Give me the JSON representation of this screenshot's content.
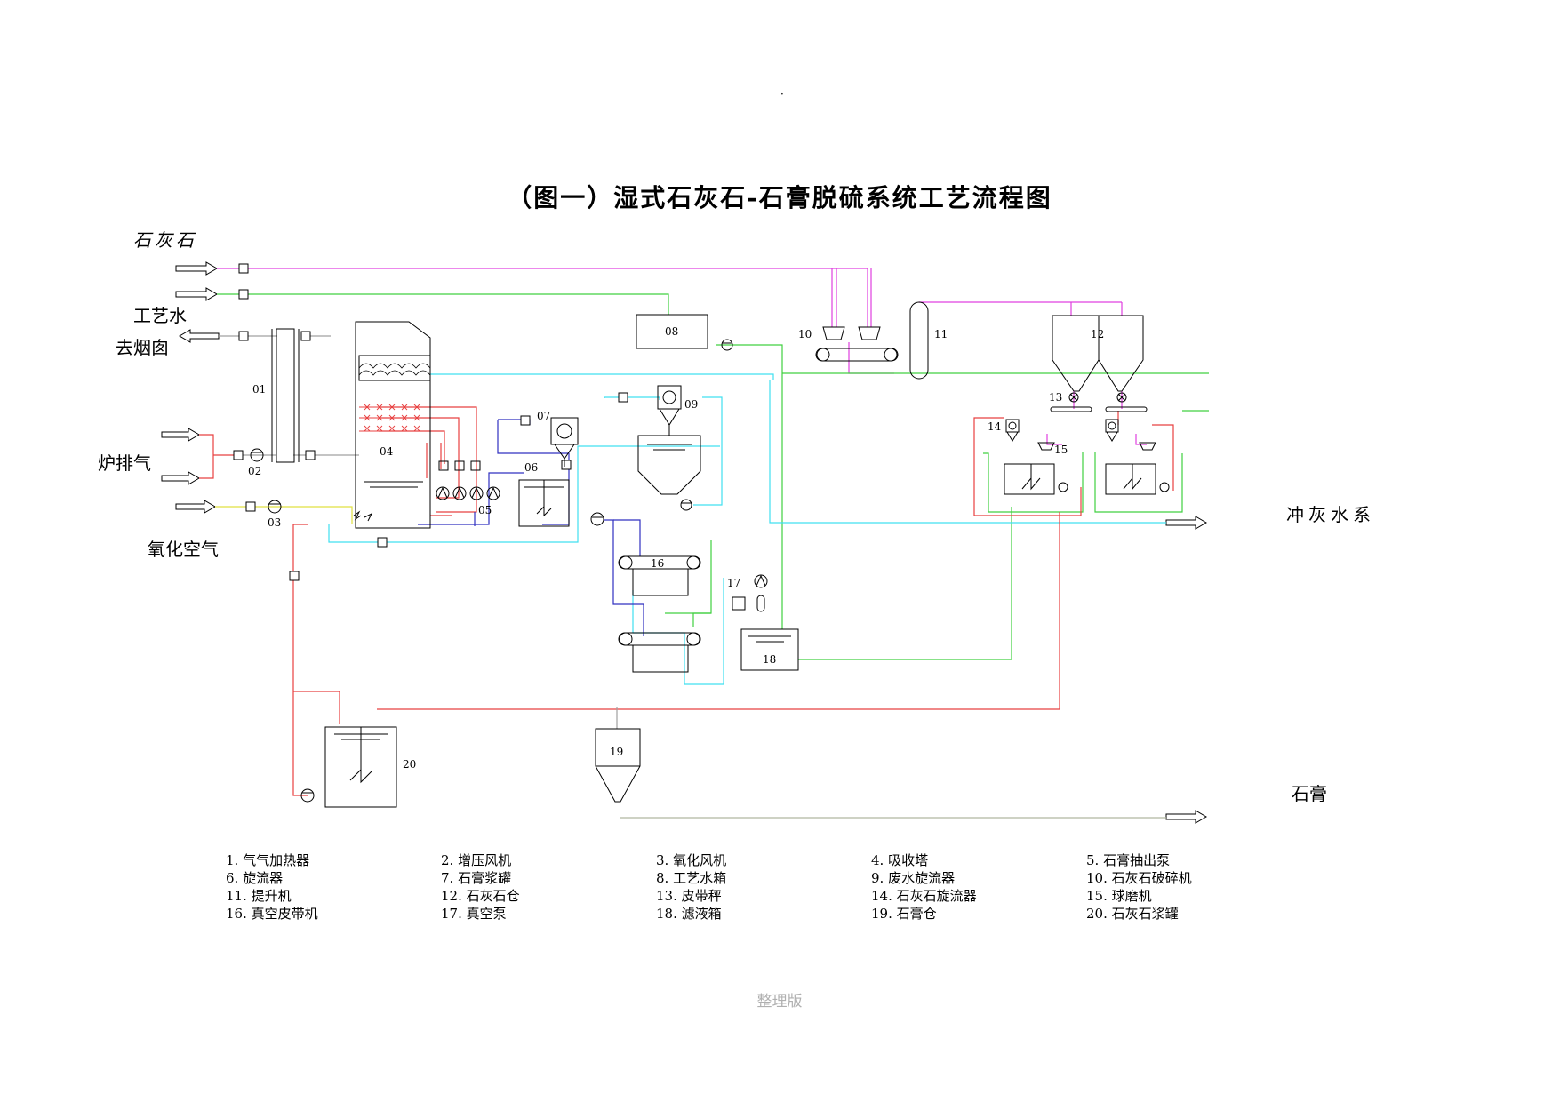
{
  "title": "（图一）湿式石灰石-石膏脱硫系统工艺流程图",
  "side_labels": {
    "limestone": "石灰石",
    "process_water": "工艺水",
    "to_chimney": "去烟囱",
    "boiler_exhaust": "炉排气",
    "oxidation_air": "氧化空气",
    "ash_flush": "冲灰水系",
    "gypsum": "石膏"
  },
  "equipment_numbers": {
    "n01": "01",
    "n02": "02",
    "n03": "03",
    "n04": "04",
    "n05": "05",
    "n06": "06",
    "n07": "07",
    "n08": "08",
    "n09": "09",
    "n10": "10",
    "n11": "11",
    "n12": "12",
    "n13": "13",
    "n14": "14",
    "n15": "15",
    "n16": "16",
    "n17": "17",
    "n18": "18",
    "n19": "19",
    "n20": "20"
  },
  "legend": [
    [
      "1.  气气加热器",
      "2.  增压风机",
      "3.  氧化风机",
      "4.  吸收塔",
      "5.  石膏抽出泵"
    ],
    [
      "6.  旋流器",
      "7.  石膏浆罐",
      "8.  工艺水箱",
      "9.  废水旋流器",
      "10.  石灰石破碎机"
    ],
    [
      "11.  提升机",
      "12.  石灰石仓",
      "13.  皮带秤",
      "14.  石灰石旋流器",
      "15.  球磨机"
    ],
    [
      "16.  真空皮带机",
      "17.  真空泵",
      "18.  滤液箱",
      "19.  石膏仓",
      "20.  石灰石浆罐"
    ]
  ],
  "footer": "整理版",
  "colors": {
    "limestone_line": "#e040e0",
    "water_line": "#40d040",
    "cyan_line": "#40e0f0",
    "red_line": "#e84040",
    "blue_line": "#3030c0",
    "yellow_line": "#e0e040",
    "gray_line": "#a0a0a0",
    "gypsum_line": "#b0b8a0"
  }
}
